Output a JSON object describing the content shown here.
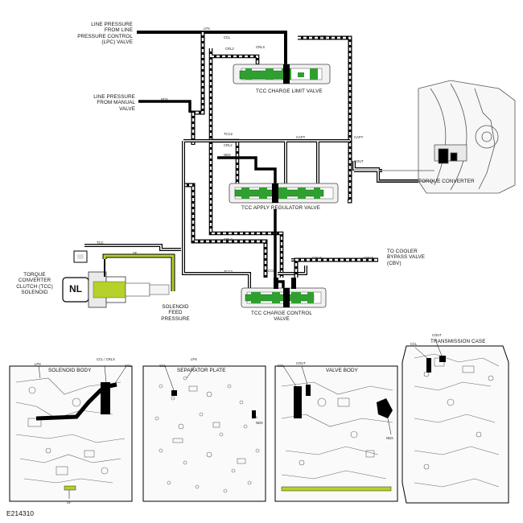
{
  "figure_id": "E214310",
  "labels": {
    "lpc_source": "LINE PRESSURE\nFROM LINE\nPRESSURE CONTROL\n(LPC) VALVE",
    "manual_source": "LINE PRESSURE\nFROM MANUAL\nVALVE",
    "tcc_solenoid": "TORQUE\nCONVERTER\nCLUTCH (TCC)\nSOLENOID",
    "solenoid_feed": "SOLENOID\nFEED\nPRESSURE",
    "to_cooler": "TO COOLER\nBYPASS VALVE\n(CBV)",
    "charge_limit_valve": "TCC CHARGE LIMIT VALVE",
    "apply_regulator_valve": "TCC APPLY REGULATOR VALVE",
    "charge_control_valve": "TCC CHARGE CONTROL\nVALVE",
    "torque_converter": "TORQUE CONVERTER",
    "solenoid_marker": "NL"
  },
  "line_codes": {
    "lpx": "LPX",
    "ccl": "CCL",
    "crl2": "CRL2",
    "crlx": "CRLX",
    "ndx": "NDX",
    "tcc2": "TCC2",
    "capy": "CAPY",
    "cout": "COUT",
    "tcc": "TCC",
    "sf": "SF",
    "ccl_crlx": "CCL / CRLX"
  },
  "panels": {
    "solenoid_body": "SOLENOID BODY",
    "separator_plate": "SEPARATOR PLATE",
    "valve_body": "VALVE BODY",
    "transmission_case": "TRANSMISSION CASE"
  },
  "colors": {
    "valve_green": "#2fa02f",
    "sf_yellow_green": "#b5d12a",
    "hydraulic_black": "#000000",
    "housing_gray": "#9a9a9a"
  }
}
